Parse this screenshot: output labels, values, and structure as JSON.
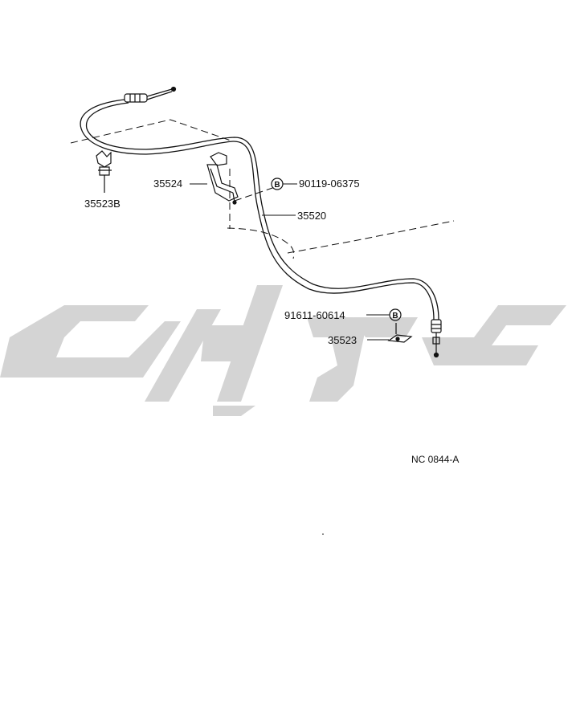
{
  "parts": [
    {
      "id": "cable",
      "number": "35520"
    },
    {
      "id": "bracket",
      "number": "35524"
    },
    {
      "id": "clip",
      "number": "35523B"
    },
    {
      "id": "bolt-upper",
      "number": "90119-06375",
      "marker": "B"
    },
    {
      "id": "bolt-lower",
      "number": "91611-60614",
      "marker": "B"
    },
    {
      "id": "clamp",
      "number": "35523"
    }
  ],
  "reference_code": "NC 0844-A",
  "colors": {
    "line": "#111111",
    "watermark": "#d4d4d4"
  },
  "watermark": {
    "kind": "logo"
  }
}
